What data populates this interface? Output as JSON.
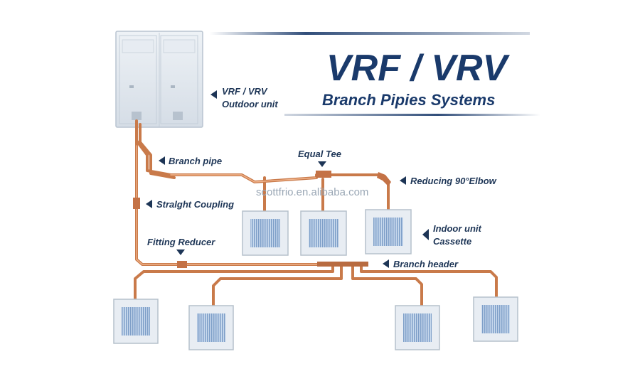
{
  "title": {
    "main": "VRF / VRV",
    "sub": "Branch Pipies Systems"
  },
  "watermark": "scottfrio.en.alibaba.com",
  "labels": {
    "outdoor_line1": "VRF / VRV",
    "outdoor_line2": "Outdoor unit",
    "branch_pipe": "Branch pipe",
    "equal_tee": "Equal Tee",
    "reducing_elbow": "Reducing 90°Elbow",
    "straight_coupling": "Stralght Coupling",
    "fitting_reducer": "Fitting Reducer",
    "indoor_line1": "Indoor unit",
    "indoor_line2": "Cassette",
    "branch_header": "Branch header"
  },
  "colors": {
    "title": "#1a3a6b",
    "label": "#1d3556",
    "pipe": "#c97a4a",
    "cassette_grille": "#8fb0d6",
    "outdoor_unit": "#dfe6ee"
  }
}
